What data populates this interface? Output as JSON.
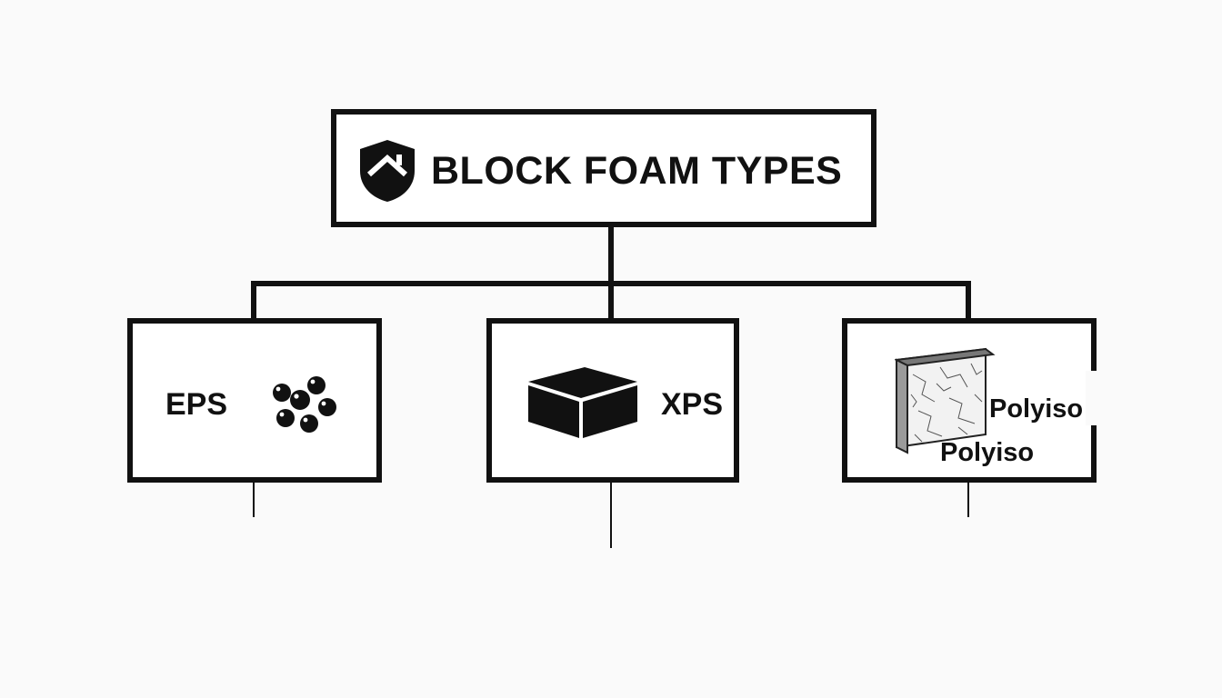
{
  "diagram": {
    "title": "BLOCK FOAM TYPES",
    "title_icon": "shield-house-icon",
    "nodes": [
      {
        "id": "eps",
        "label": "EPS",
        "icon": "foam-beads-icon"
      },
      {
        "id": "xps",
        "label": "XPS",
        "icon": "solid-block-icon"
      },
      {
        "id": "polyiso",
        "label": "Polyiso",
        "label_repeat": "Polyiso",
        "icon": "textured-panel-icon"
      }
    ],
    "colors": {
      "stroke": "#111111",
      "background": "#fafafa",
      "box_fill": "#ffffff"
    }
  }
}
